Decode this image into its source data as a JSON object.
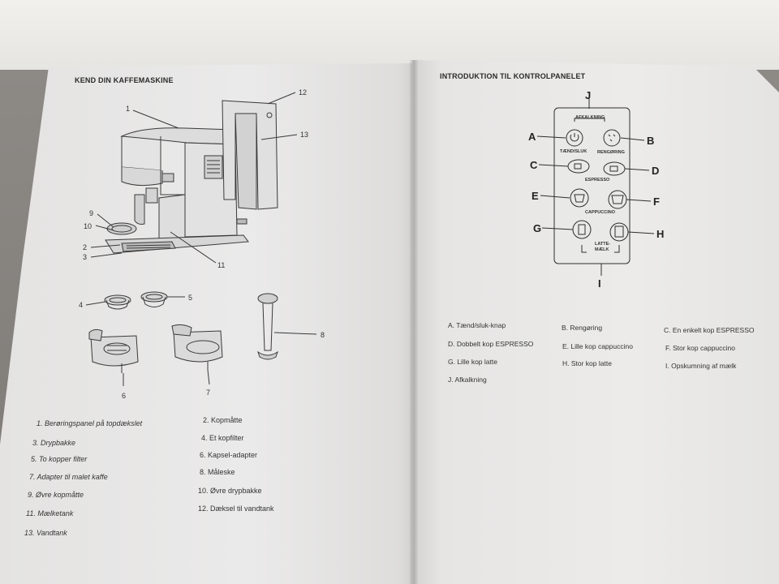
{
  "left_page": {
    "title": "KEND DIN KAFFEMASKINE",
    "callouts": {
      "machine": [
        "1",
        "2",
        "3",
        "9",
        "10",
        "11",
        "12",
        "13"
      ],
      "accessories": [
        "4",
        "5",
        "6",
        "7",
        "8"
      ]
    },
    "parts": [
      "1. Berøringspanel på topdækslet",
      "2. Kopmåtte",
      "3. Drypbakke",
      "4. Et kopfilter",
      "5. To kopper filter",
      "6. Kapsel-adapter",
      "7. Adapter til malet kaffe",
      "8. Måleske",
      "9. Øvre kopmåtte",
      "10. Øvre drypbakke",
      "11. Mælketank",
      "12. Dæksel til vandtank",
      "13. Vandtank"
    ]
  },
  "right_page": {
    "title": "INTRODUKTION TIL KONTROLPANELET",
    "panel": {
      "letters": [
        "A",
        "B",
        "C",
        "D",
        "E",
        "F",
        "G",
        "H",
        "I",
        "J"
      ],
      "labels": {
        "descale": "AFKALKNING",
        "power": "TÆND/SLUK",
        "clean": "RENGØRING",
        "espresso": "ESPRESSO",
        "cappuccino": "CAPPUCCINO",
        "latte1": "LATTE-",
        "latte2": "MÆLK"
      }
    },
    "legend": [
      "A. Tænd/sluk-knap",
      "B. Rengøring",
      "C. En enkelt kop ESPRESSO",
      "D. Dobbelt kop ESPRESSO",
      "E. Lille kop cappuccino",
      "F. Stor kop cappuccino",
      "G. Lille kop latte",
      "H. Stor kop latte",
      "I. Opskumning af mælk",
      "J. Afkalkning"
    ]
  }
}
